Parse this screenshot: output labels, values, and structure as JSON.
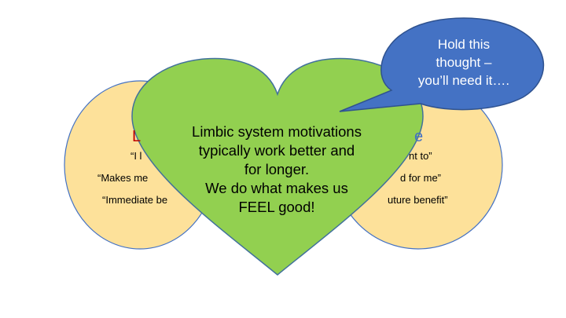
{
  "diagram": {
    "colors": {
      "circle_fill": "#fde19a",
      "circle_stroke": "#4472c4",
      "heart_fill": "#92d050",
      "heart_stroke": "#41719c",
      "bubble_fill": "#4472c4",
      "bubble_stroke": "#2f528f",
      "left_heading_color": "#c00000",
      "right_heading_color": "#4472c4"
    },
    "left_circle": {
      "heading_fragment": "L",
      "quotes": [
        "“I l",
        "“Makes me",
        "“Immediate be"
      ]
    },
    "right_circle": {
      "heading_fragment": "e",
      "quotes": [
        "nt to”",
        "d for me”",
        "uture benefit”"
      ]
    },
    "heart": {
      "lines": [
        "Limbic system motivations",
        "typically work better and",
        "for longer.",
        "We do what makes us",
        "FEEL good!"
      ]
    },
    "speech_bubble": {
      "lines": [
        "Hold this",
        "thought –",
        "you’ll need it…."
      ]
    }
  }
}
